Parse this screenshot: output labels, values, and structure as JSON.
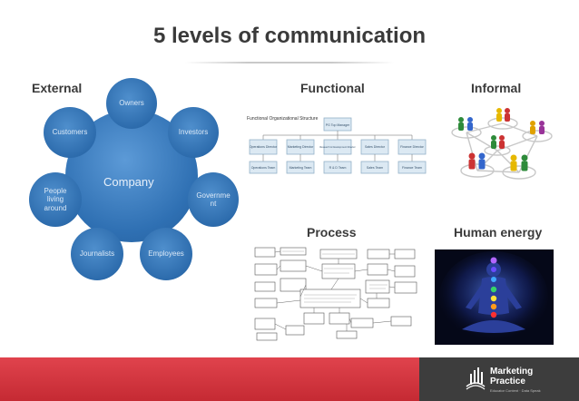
{
  "title": "5 levels of communication",
  "sections": {
    "external": "External",
    "functional": "Functional",
    "informal": "Informal",
    "process": "Process",
    "human_energy": "Human energy"
  },
  "diagram": {
    "center": "Company",
    "nodes": [
      "Owners",
      "Investors",
      "Governme nt",
      "Employees",
      "Journalists",
      "People living around",
      "Customers"
    ]
  },
  "org_chart": {
    "title": "Functional Organizational Structure",
    "top": "PG Top Manager",
    "directors": [
      "Operations Director",
      "Marketing Director",
      "Research & Development Director",
      "Sales Director",
      "Finance Director"
    ],
    "teams": [
      "Operations Team",
      "Marketing Team",
      "R & D Team",
      "Sales Team",
      "Finance Team"
    ]
  },
  "footer": {
    "brand_line1": "Marketing",
    "brand_line2": "Practice",
    "brand_tag": "Educator Content · Data Speak",
    "colors": {
      "red": "#d6363f",
      "dark": "#3d3d3d"
    }
  }
}
